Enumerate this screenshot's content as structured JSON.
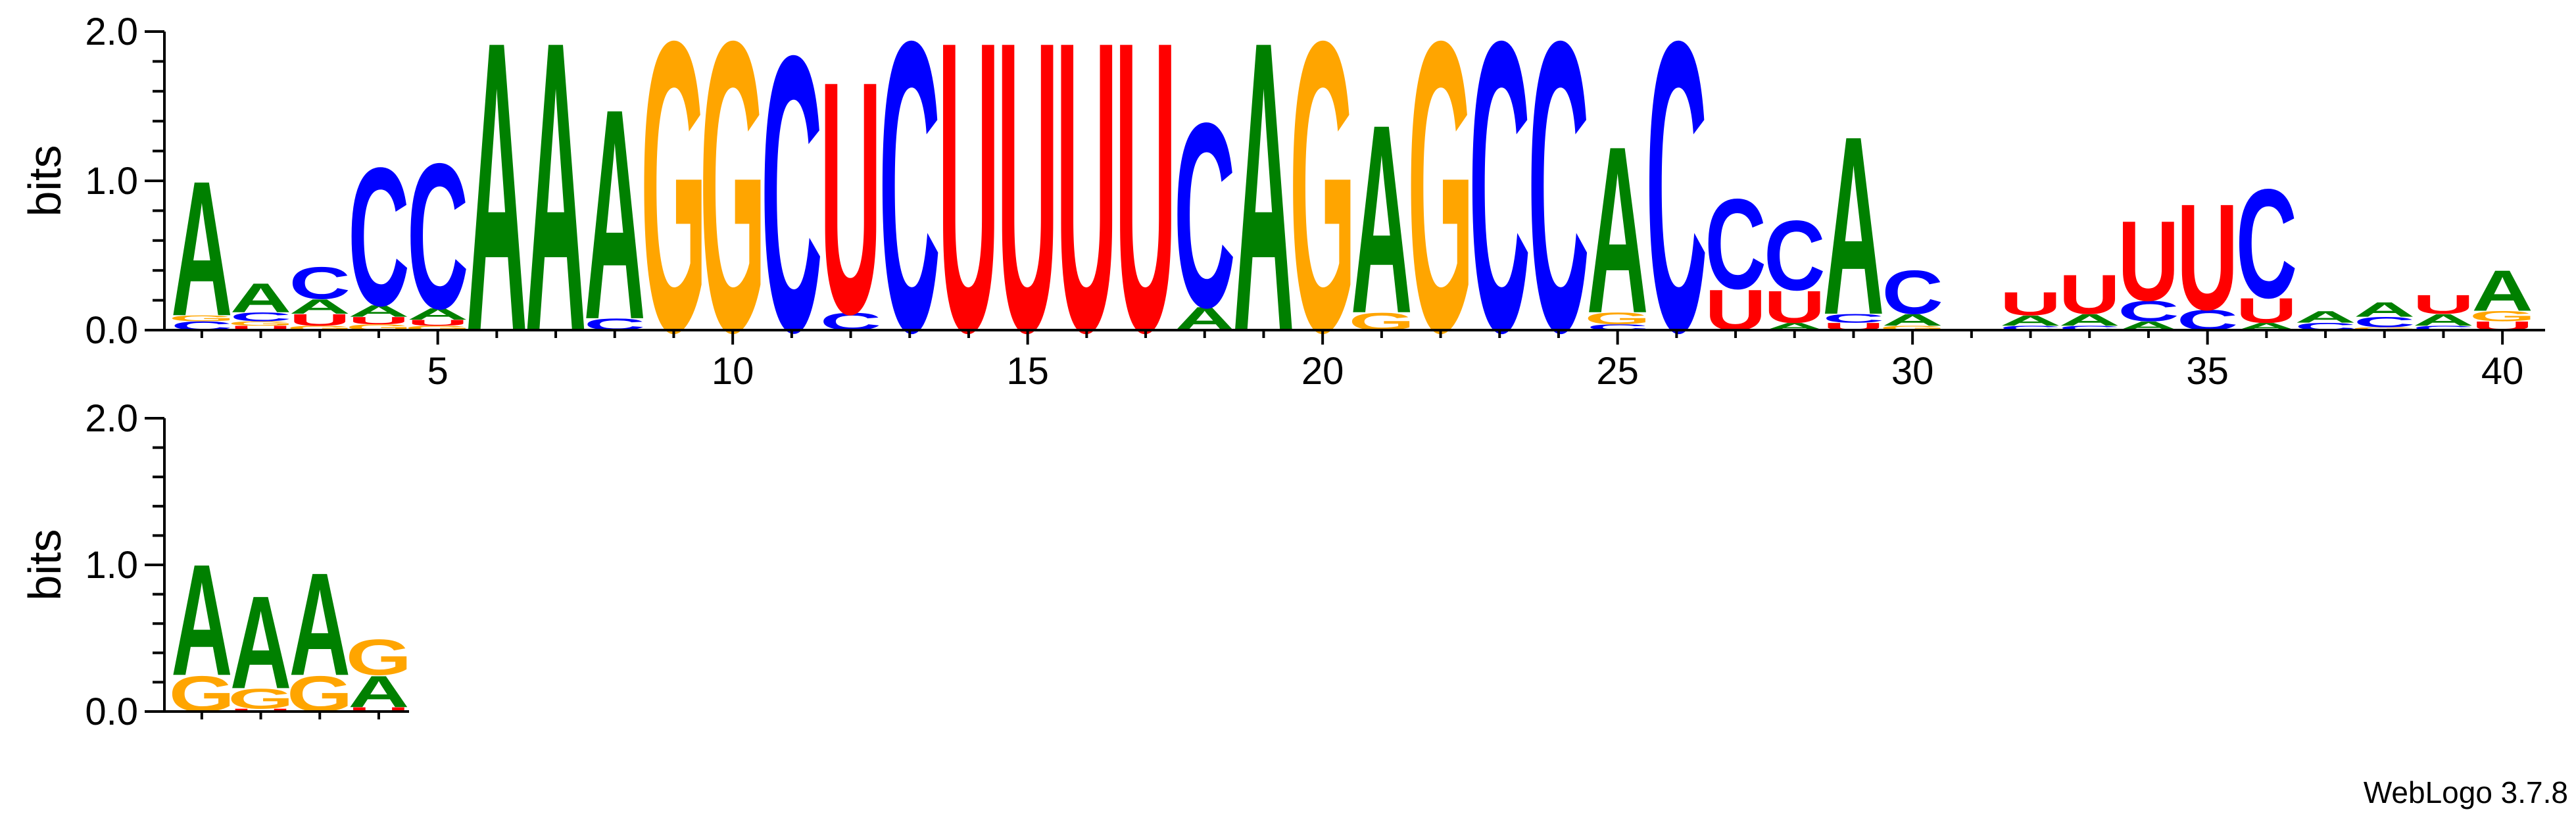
{
  "chart_data": {
    "type": "sequence-logo",
    "ylabel": "bits",
    "ylim": [
      0,
      2
    ],
    "yticks": [
      "0.0",
      "1.0",
      "2.0"
    ],
    "xticks": [
      5,
      10,
      15,
      20,
      25,
      30,
      35,
      40
    ],
    "colors": {
      "A": "#008000",
      "C": "#0000ff",
      "G": "#ffa500",
      "U": "#ff0000"
    },
    "rows": [
      {
        "name": "row1",
        "positions": [
          [
            [
              "C",
              0.06
            ],
            [
              "G",
              0.04
            ],
            [
              "A",
              0.93
            ]
          ],
          [
            [
              "U",
              0.03
            ],
            [
              "G",
              0.03
            ],
            [
              "C",
              0.06
            ],
            [
              "A",
              0.2
            ]
          ],
          [
            [
              "G",
              0.03
            ],
            [
              "U",
              0.08
            ],
            [
              "A",
              0.1
            ],
            [
              "C",
              0.22
            ]
          ],
          [
            [
              "G",
              0.04
            ],
            [
              "U",
              0.05
            ],
            [
              "A",
              0.08
            ],
            [
              "C",
              0.95
            ]
          ],
          [
            [
              "G",
              0.03
            ],
            [
              "U",
              0.04
            ],
            [
              "A",
              0.08
            ],
            [
              "C",
              1.0
            ]
          ],
          [
            [
              "A",
              2.0
            ]
          ],
          [
            [
              "A",
              2.0
            ]
          ],
          [
            [
              "C",
              0.08
            ],
            [
              "A",
              1.45
            ]
          ],
          [
            [
              "G",
              2.0
            ]
          ],
          [
            [
              "G",
              2.0
            ]
          ],
          [
            [
              "C",
              1.9
            ]
          ],
          [
            [
              "C",
              0.12
            ],
            [
              "U",
              1.6
            ]
          ],
          [
            [
              "C",
              2.0
            ]
          ],
          [
            [
              "U",
              2.0
            ]
          ],
          [
            [
              "U",
              2.0
            ]
          ],
          [
            [
              "U",
              2.0
            ]
          ],
          [
            [
              "U",
              2.0
            ]
          ],
          [
            [
              "A",
              0.16
            ],
            [
              "C",
              1.27
            ]
          ],
          [
            [
              "A",
              2.0
            ]
          ],
          [
            [
              "G",
              2.0
            ]
          ],
          [
            [
              "G",
              0.12
            ],
            [
              "A",
              1.3
            ]
          ],
          [
            [
              "G",
              2.0
            ]
          ],
          [
            [
              "C",
              2.0
            ]
          ],
          [
            [
              "C",
              2.0
            ]
          ],
          [
            [
              "C",
              0.04
            ],
            [
              "G",
              0.08
            ],
            [
              "A",
              1.15
            ]
          ],
          [
            [
              "C",
              2.0
            ]
          ],
          [
            [
              "U",
              0.28
            ],
            [
              "C",
              0.62
            ]
          ],
          [
            [
              "A",
              0.05
            ],
            [
              "U",
              0.22
            ],
            [
              "C",
              0.48
            ]
          ],
          [
            [
              "U",
              0.05
            ],
            [
              "C",
              0.06
            ],
            [
              "A",
              1.23
            ]
          ],
          [
            [
              "G",
              0.03
            ],
            [
              "A",
              0.08
            ],
            [
              "C",
              0.3
            ]
          ],
          [],
          [
            [
              "C",
              0.03
            ],
            [
              "A",
              0.07
            ],
            [
              "U",
              0.16
            ]
          ],
          [
            [
              "C",
              0.03
            ],
            [
              "A",
              0.08
            ],
            [
              "U",
              0.27
            ]
          ],
          [
            [
              "A",
              0.06
            ],
            [
              "C",
              0.14
            ],
            [
              "U",
              0.55
            ]
          ],
          [
            [
              "C",
              0.14
            ],
            [
              "U",
              0.73
            ]
          ],
          [
            [
              "A",
              0.05
            ],
            [
              "U",
              0.17
            ],
            [
              "C",
              0.75
            ]
          ],
          [
            [
              "C",
              0.05
            ],
            [
              "A",
              0.08
            ]
          ],
          [
            [
              "G",
              0.02
            ],
            [
              "C",
              0.07
            ],
            [
              "A",
              0.1
            ]
          ],
          [
            [
              "C",
              0.03
            ],
            [
              "A",
              0.08
            ],
            [
              "U",
              0.13
            ]
          ],
          [
            [
              "U",
              0.06
            ],
            [
              "G",
              0.07
            ],
            [
              "A",
              0.28
            ]
          ]
        ]
      },
      {
        "name": "row2",
        "positions": [
          [
            [
              "G",
              0.25
            ],
            [
              "A",
              0.78
            ]
          ],
          [
            [
              "U",
              0.02
            ],
            [
              "G",
              0.14
            ],
            [
              "A",
              0.65
            ]
          ],
          [
            [
              "G",
              0.25
            ],
            [
              "A",
              0.72
            ]
          ],
          [
            [
              "U",
              0.03
            ],
            [
              "A",
              0.22
            ],
            [
              "G",
              0.25
            ]
          ]
        ]
      }
    ]
  },
  "credit": "WebLogo 3.7.8"
}
